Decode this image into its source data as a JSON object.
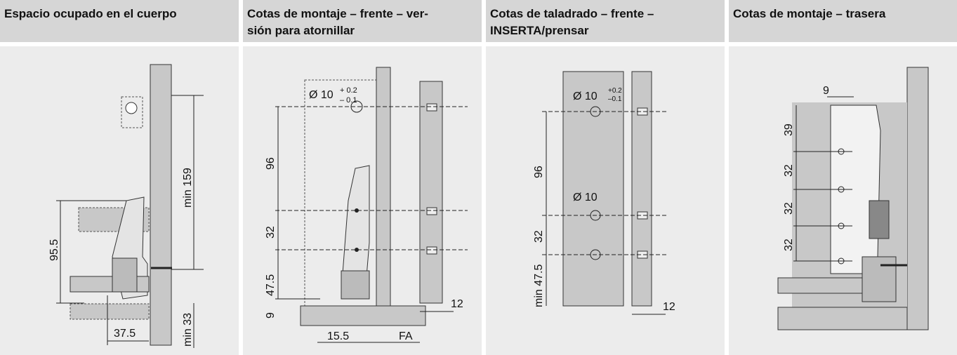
{
  "panels": [
    {
      "title": "Espacio ocupado en el cuerpo",
      "dims": {
        "d1": "min 159",
        "d2": "95.5",
        "d3": "37.5",
        "d4": "min 33"
      }
    },
    {
      "title": "Cotas de montaje – frente – ver-\nsión para atornillar",
      "dims": {
        "hole": "Ø 10",
        "tol_plus": "+ 0.2",
        "tol_minus": "– 0.1",
        "d1": "96",
        "d2": "32",
        "d3": "47.5",
        "d4": "9",
        "d5": "15.5",
        "d6": "FA",
        "d7": "12"
      }
    },
    {
      "title": "Cotas de taladrado – frente –\nINSERTA/prensar",
      "dims": {
        "hole1": "Ø 10",
        "hole2": "Ø 10",
        "tol_plus": "+0.2",
        "tol_minus": "–0.1",
        "d1": "96",
        "d2": "32",
        "d3": "min 47.5",
        "d4": "12"
      }
    },
    {
      "title": "Cotas de montaje – trasera",
      "dims": {
        "d1": "9",
        "d2": "39",
        "d3": "32",
        "d4": "32",
        "d5": "32"
      }
    }
  ]
}
